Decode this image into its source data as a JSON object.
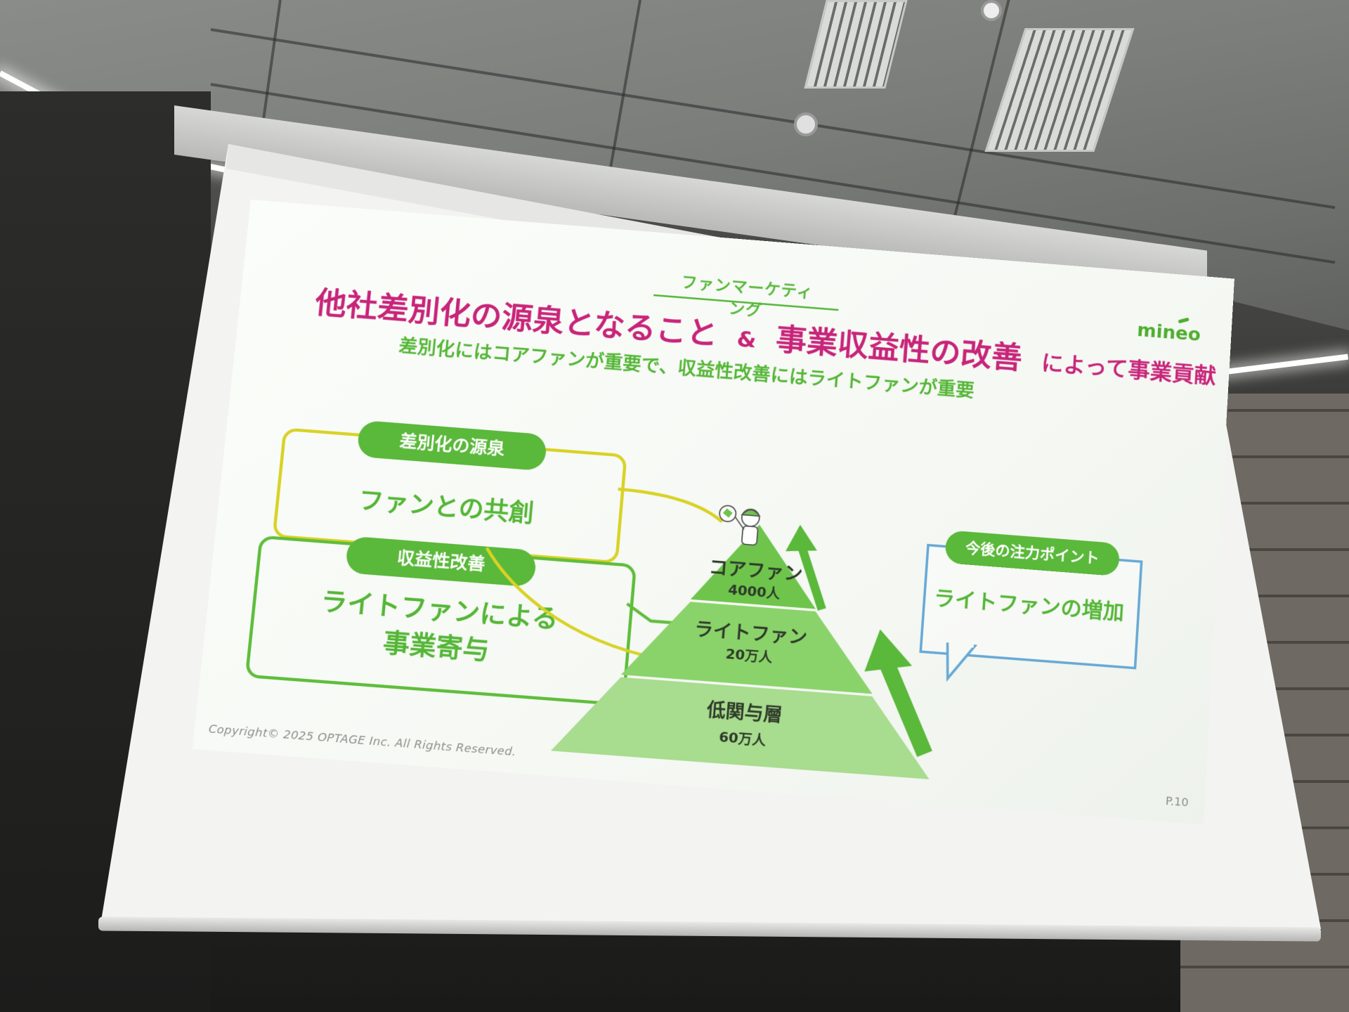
{
  "slide": {
    "section_tag": "ファンマーケティング",
    "title_part1": "他社差別化の源泉となること",
    "title_amp": "&",
    "title_part2": "事業収益性の改善",
    "title_part3": "によって事業貢献",
    "subtitle_line1": "差別化にはコアファンが重要で、収益性改善にはライトファンが重要",
    "brand": "mineo",
    "box1_pill": "差別化の源泉",
    "box1_text": "ファンとの共創",
    "box2_pill": "収益性改善",
    "box2_text_line1": "ライトファンによる",
    "box2_text_line2": "事業寄与",
    "callout_pill": "今後の注力ポイント",
    "callout_text": "ライトファンの増加",
    "pyramid": {
      "top_label": "コアファン",
      "top_value": "4000人",
      "mid_label": "ライトファン",
      "mid_value": "20万人",
      "bottom_label": "低関与層",
      "bottom_value": "60万人"
    },
    "copyright": "Copyright© 2025 OPTAGE Inc. All Rights Reserved.",
    "page_number": "P.10"
  },
  "colors": {
    "title_magenta": "#c8247a",
    "accent_green": "#5ab83a",
    "accent_yellow": "#d8d225",
    "callout_blue": "#67a9d6"
  }
}
